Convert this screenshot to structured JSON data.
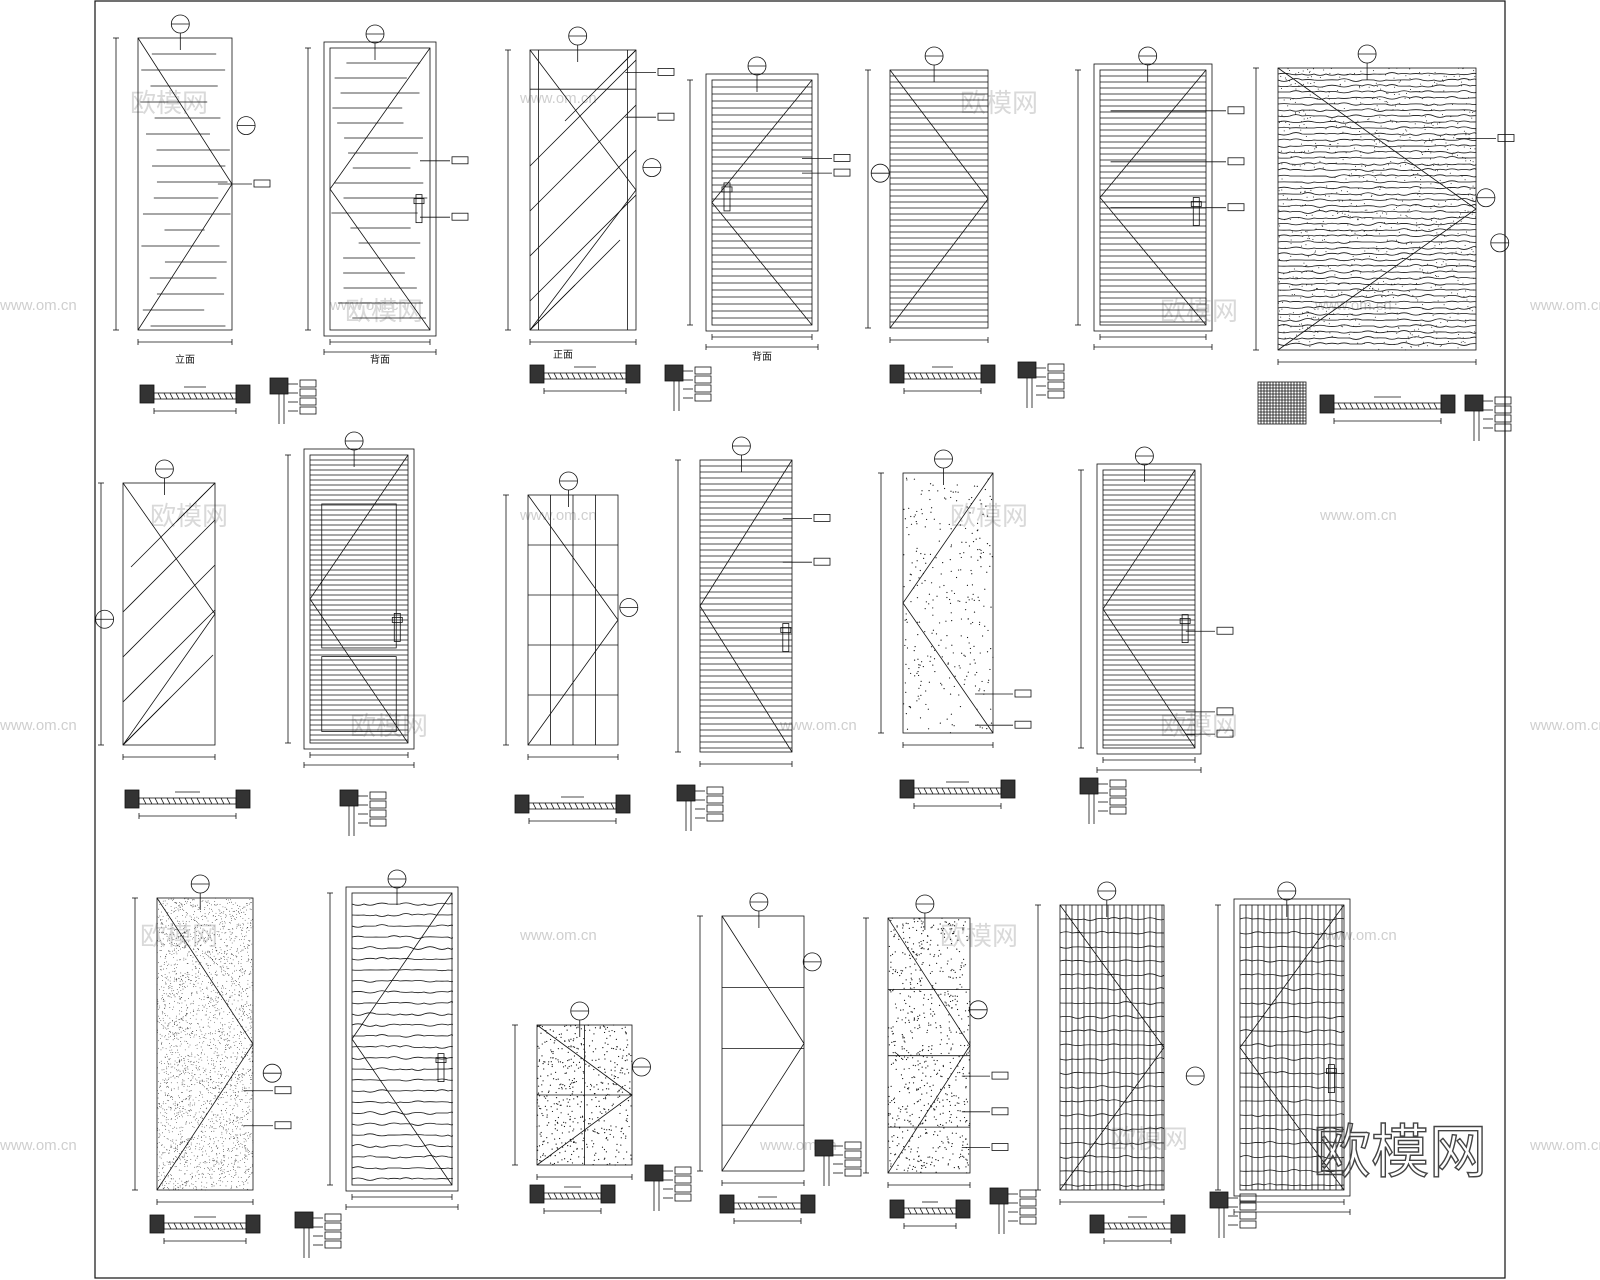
{
  "sheet": {
    "watermark_url": "www.om.cn",
    "watermark_name": "欧模网",
    "brand": "欧模网"
  },
  "labels": {
    "elevation_a": "立面",
    "elevation_b": "背面",
    "elevation_c": "正面",
    "elevation_d": "背面"
  },
  "colors": {
    "line": "#111111",
    "paper": "#ffffff",
    "watermark": "#d0d0d0"
  }
}
